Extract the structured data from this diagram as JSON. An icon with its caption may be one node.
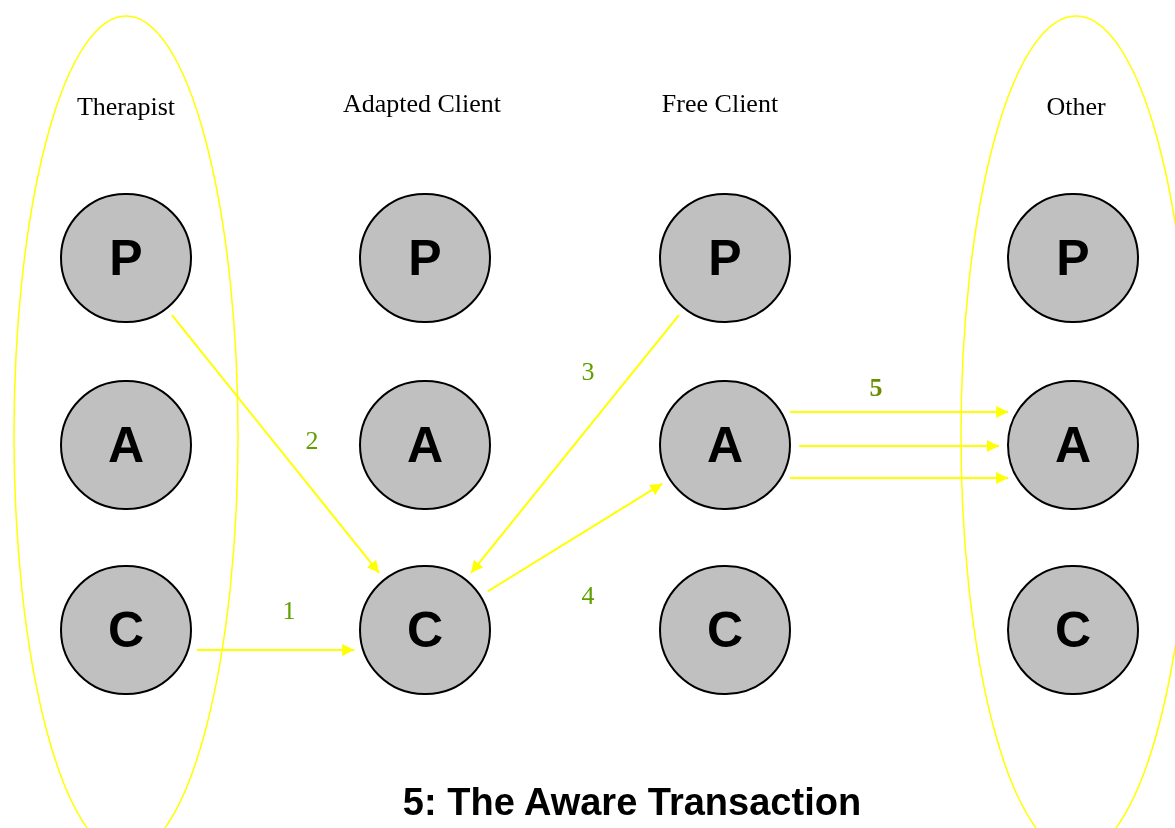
{
  "diagram": {
    "title": "5: The Aware Transaction",
    "nodes": [
      {
        "text": [
          "Therapist"
        ]
      },
      {
        "text": [
          "P"
        ],
        "in": 0
      },
      {
        "text": [
          "A"
        ],
        "in": 0
      },
      {
        "text": [
          "C"
        ],
        "in": 0
      },
      {
        "text": [
          "P"
        ]
      },
      {
        "text": [
          "A"
        ]
      },
      {
        "text": [
          "C"
        ]
      },
      {
        "text": [
          "P"
        ]
      },
      {
        "text": [
          "A"
        ]
      },
      {
        "text": [
          "C"
        ]
      },
      {
        "text": [
          "Other"
        ]
      },
      {
        "text": [
          "P"
        ],
        "in": 10
      },
      {
        "text": [
          "A"
        ],
        "in": 10
      },
      {
        "text": [
          "C"
        ],
        "in": 10
      }
    ],
    "edges": [
      {
        "from": 3,
        "to": 6,
        "arrow": "to",
        "label": "1"
      },
      {
        "from": 1,
        "to": 6,
        "arrow": "to",
        "label": "2"
      },
      {
        "from": 7,
        "to": 6,
        "arrow": "to",
        "label": "3"
      },
      {
        "from": 6,
        "to": 8,
        "arrow": "to",
        "label": "4"
      },
      {
        "from": 8,
        "to": 12,
        "arrow": "to",
        "label": "5"
      },
      {
        "from": 8,
        "to": 12,
        "arrow": "to"
      },
      {
        "from": 8,
        "to": 12,
        "arrow": "to"
      }
    ],
    "labels": [
      "Adapted Client",
      "Free Client"
    ]
  }
}
